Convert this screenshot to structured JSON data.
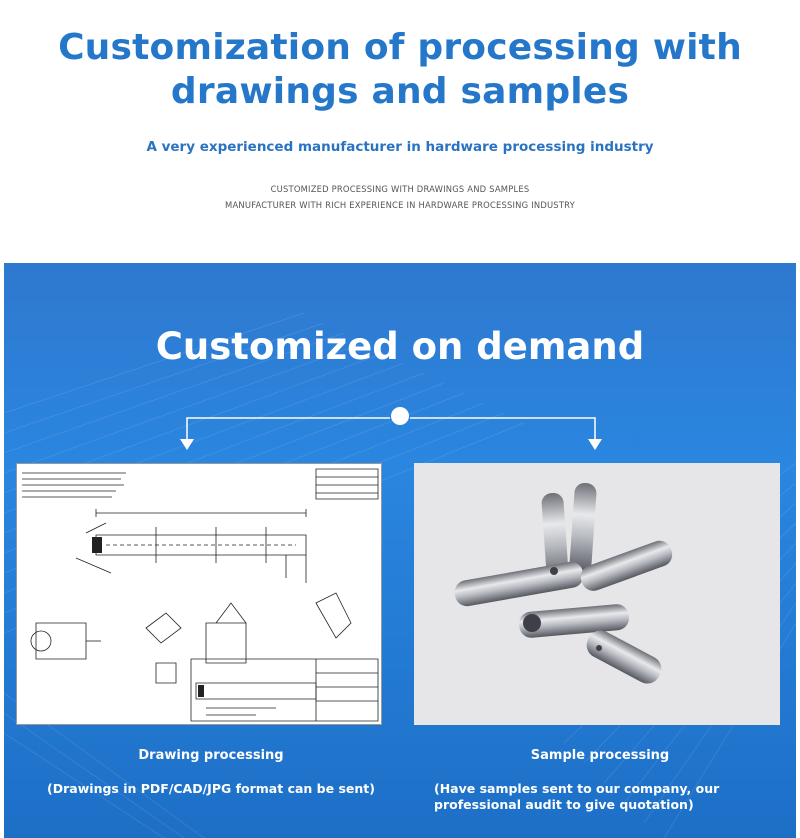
{
  "header": {
    "title_line1": "Customization of processing with",
    "title_line2": "drawings and samples",
    "subtitle": "A very experienced manufacturer in hardware processing industry",
    "caption_line1": "CUSTOMIZED PROCESSING WITH DRAWINGS AND SAMPLES",
    "caption_line2": "MANUFACTURER WITH RICH EXPERIENCE IN HARDWARE PROCESSING INDUSTRY"
  },
  "section": {
    "title": "Customized on demand",
    "left": {
      "label": "Drawing processing",
      "note": "(Drawings in PDF/CAD/JPG format can be sent)"
    },
    "right": {
      "label": "Sample processing",
      "note": "(Have samples sent to our company, our professional audit to give quotation)"
    }
  },
  "colors": {
    "title_blue": "#2577c9",
    "section_blue": "#2a86df",
    "white": "#ffffff"
  }
}
